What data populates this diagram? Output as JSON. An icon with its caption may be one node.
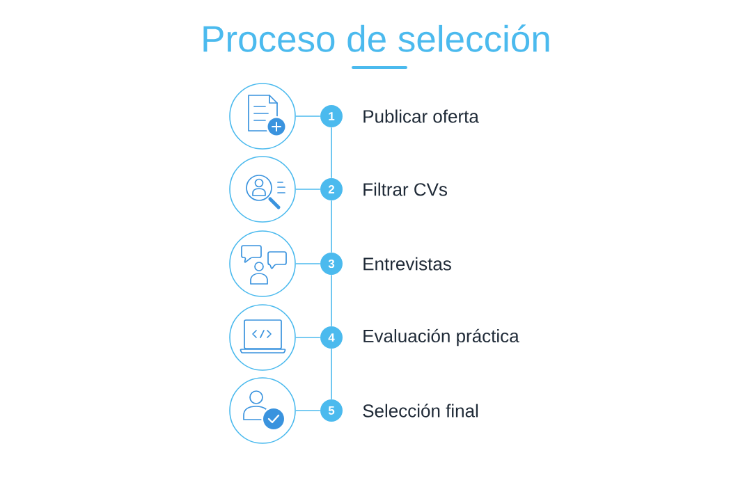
{
  "diagram": {
    "title": "Proceso de selección",
    "nodes": [
      {
        "text": [],
        "shape": "circle"
      },
      {
        "text": [
          "1"
        ],
        "beside": [
          "Publicar oferta"
        ]
      },
      {
        "text": [],
        "shape": "circle"
      },
      {
        "text": [
          "2"
        ],
        "beside": [
          "Filtrar CVs"
        ]
      },
      {
        "text": [],
        "shape": "circle"
      },
      {
        "text": [
          "3"
        ],
        "beside": [
          "Entrevistas"
        ]
      },
      {
        "text": [],
        "shape": "circle"
      },
      {
        "text": [
          "4"
        ],
        "beside": [
          "Evaluación práctica"
        ]
      },
      {
        "text": [],
        "shape": "circle"
      },
      {
        "text": [
          "5"
        ],
        "beside": [
          "Selección final"
        ]
      }
    ],
    "edges": [
      {
        "from": 0,
        "to": 1,
        "arrow": "none"
      },
      {
        "from": 1,
        "to": 3,
        "arrow": "none"
      },
      {
        "from": 2,
        "to": 3,
        "arrow": "none"
      },
      {
        "from": 3,
        "to": 5,
        "arrow": "none"
      },
      {
        "from": 4,
        "to": 5,
        "arrow": "none"
      },
      {
        "from": 5,
        "to": 7,
        "arrow": "none"
      },
      {
        "from": 6,
        "to": 7,
        "arrow": "none"
      },
      {
        "from": 7,
        "to": 9,
        "arrow": "none"
      },
      {
        "from": 8,
        "to": 9,
        "arrow": "none"
      }
    ]
  }
}
